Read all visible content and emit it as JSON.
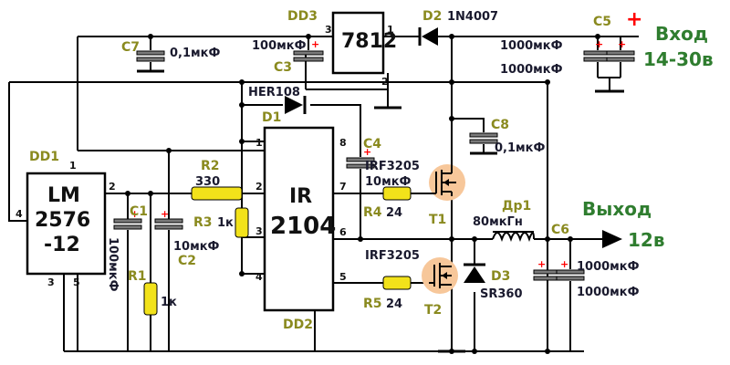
{
  "diagram": {
    "labels": {
      "dd3": "DD3",
      "reg": "7812",
      "reg_p1": "1",
      "reg_p2": "2",
      "reg_p3": "3",
      "d2": "D2",
      "d2v": "1N4007",
      "c5": "C5",
      "plus": "+",
      "c5v1": "1000мкФ",
      "c5v2": "1000мкФ",
      "vin1": "Вход",
      "vin2": "14-30в",
      "c7": "C7",
      "c7v": "0,1мкФ",
      "c3": "C3",
      "c3v": "100мкФ",
      "her": "HER108",
      "d1": "D1",
      "c8": "C8",
      "c8v": "0,1мкФ",
      "c4": "C4",
      "c4v": "10мкФ",
      "dd1": "DD1",
      "lm1": "LM",
      "lm2": "2576",
      "lm3": "-12",
      "lm_p1": "1",
      "lm_p2": "2",
      "lm_p3": "3",
      "lm_p4": "4",
      "lm_p5": "5",
      "c1": "C1",
      "c1v": "100мкФ",
      "r2": "R2",
      "r2v": "330",
      "r3": "R3",
      "r3v": "1к",
      "c2": "C2",
      "c2v": "10мкФ",
      "r1": "R1",
      "r1v": "1к",
      "ir1": "IR",
      "ir2": "2104",
      "dd2": "DD2",
      "ir_p1": "1",
      "ir_p2": "2",
      "ir_p3": "3",
      "ir_p4": "4",
      "ir_p5": "5",
      "ir_p6": "6",
      "ir_p7": "7",
      "ir_p8": "8",
      "q1": "IRF3205",
      "t1": "T1",
      "r4": "R4",
      "r4v": "24",
      "q2": "IRF3205",
      "t2": "T2",
      "r5": "R5",
      "r5v": "24",
      "l1": "Др1",
      "l1v": "80мкГн",
      "d3": "D3",
      "d3v": "SR360",
      "c6": "C6",
      "c6v1": "1000мкФ",
      "c6v2": "1000мкФ",
      "vout1": "Выход",
      "vout2": "12в"
    },
    "colors": {
      "wire": "#000000",
      "resistor": "#f2e21a",
      "capacitor_plate": "#7a7a7a",
      "polarity_plus": "#ff0000",
      "mosfet_highlight": "#f7c79a",
      "designator": "#8a8a1f",
      "io_text": "#2f7d2f"
    }
  }
}
